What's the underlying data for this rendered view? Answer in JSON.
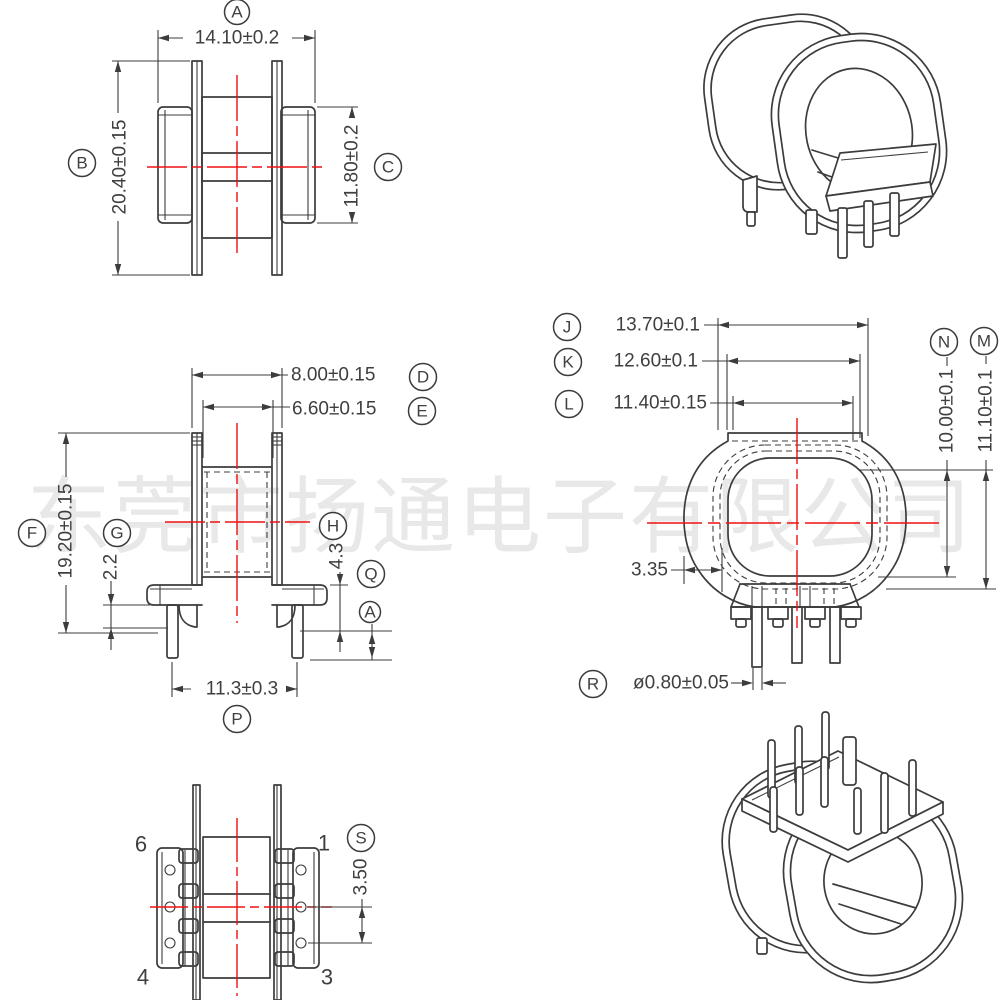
{
  "watermark": {
    "text": "东莞市扬通电子有限公司"
  },
  "colors": {
    "line": "#3c3c3c",
    "red": "#ee1111",
    "text": "#3f3f3f",
    "watermark": "#e8e8e8",
    "background": "#ffffff"
  },
  "balloons": {
    "a": "A",
    "b": "B",
    "c": "C",
    "d": "D",
    "e": "E",
    "f": "F",
    "g": "G",
    "h": "H",
    "j": "J",
    "k": "K",
    "l": "L",
    "m": "M",
    "n": "N",
    "p": "P",
    "q": "Q",
    "r": "R",
    "s": "S",
    "a2": "A"
  },
  "dims": {
    "a": "14.10±0.2",
    "b": "20.40±0.15",
    "c": "11.80±0.2",
    "d": "8.00±0.15",
    "e": "6.60±0.15",
    "f": "19.20±0.15",
    "g": "2.2",
    "h": "4.3",
    "p": "11.3±0.3",
    "j": "13.70±0.1",
    "k": "12.60±0.1",
    "l": "11.40±0.15",
    "n": "10.00±0.1",
    "m": "11.10±0.1",
    "wall": "3.35",
    "r": "ø0.80±0.05",
    "s": "3.50"
  },
  "pins": {
    "p1": "1",
    "p3": "3",
    "p4": "4",
    "p6": "6"
  }
}
